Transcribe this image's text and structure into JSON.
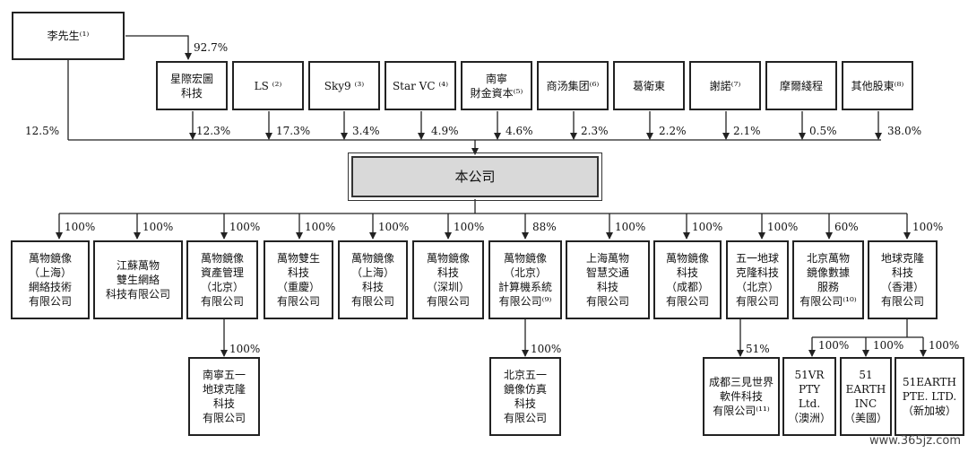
{
  "boxes": {
    "mr_li": "李先生⁽¹⁾",
    "xingji": "星際宏圖\n科技",
    "ls": "LS ⁽²⁾",
    "sky9": "Sky9 ⁽³⁾",
    "starvc": "Star VC ⁽⁴⁾",
    "nanning_fin": "南寧\n財金資本⁽⁵⁾",
    "shangtang": "商汤集团⁽⁶⁾",
    "ge": "葛衛東",
    "xienuo": "謝諾⁽⁷⁾",
    "moer": "摩爾綫程",
    "others": "其他股東⁽⁸⁾",
    "company": "本公司",
    "s1": "萬物鏡像\n（上海）\n網絡技術\n有限公司",
    "s2": "江蘇萬物\n雙生網絡\n科技有限公司",
    "s3": "萬物鏡像\n資產管理\n（北京）\n有限公司",
    "s4": "萬物雙生\n科技\n（重慶）\n有限公司",
    "s5": "萬物鏡像\n（上海）\n科技\n有限公司",
    "s6": "萬物鏡像\n科技\n（深圳）\n有限公司",
    "s7": "萬物鏡像\n（北京）\n計算機系統\n有限公司⁽⁹⁾",
    "s8": "上海萬物\n智慧交通\n科技\n有限公司",
    "s9": "萬物鏡像\n科技\n（成都）\n有限公司",
    "s10": "五一地球\n克隆科技\n（北京）\n有限公司",
    "s11": "北京萬物\n鏡像數據\n服務\n有限公司⁽¹⁰⁾",
    "s12": "地球克隆\n科技\n（香港）\n有限公司",
    "t1": "南寧五一\n地球克隆\n科技\n有限公司",
    "t2": "北京五一\n鏡像仿真\n科技\n有限公司",
    "t3": "成都三見世界\n軟件科技\n有限公司⁽¹¹⁾",
    "t4": "51VR\nPTY Ltd.\n（澳洲）",
    "t5": "51\nEARTH\nINC\n（美國）",
    "t6": "51EARTH\nPTE. LTD.\n（新加坡）"
  },
  "percentages": {
    "li_to_xingji": "92.7%",
    "li_direct": "12.5%",
    "xingji": "12.3%",
    "ls": "17.3%",
    "sky9": "3.4%",
    "starvc": "4.9%",
    "nanning_fin": "4.6%",
    "shangtang": "2.3%",
    "ge": "2.2%",
    "xienuo": "2.1%",
    "moer": "0.5%",
    "others": "38.0%",
    "s1": "100%",
    "s2": "100%",
    "s3": "100%",
    "s4": "100%",
    "s5": "100%",
    "s6": "100%",
    "s7": "88%",
    "s8": "100%",
    "s9": "100%",
    "s10": "100%",
    "s11": "60%",
    "s12": "100%",
    "t1": "100%",
    "t2": "100%",
    "t3": "51%",
    "t4": "100%",
    "t5": "100%",
    "t6": "100%"
  },
  "watermark": "www.365jz.com"
}
